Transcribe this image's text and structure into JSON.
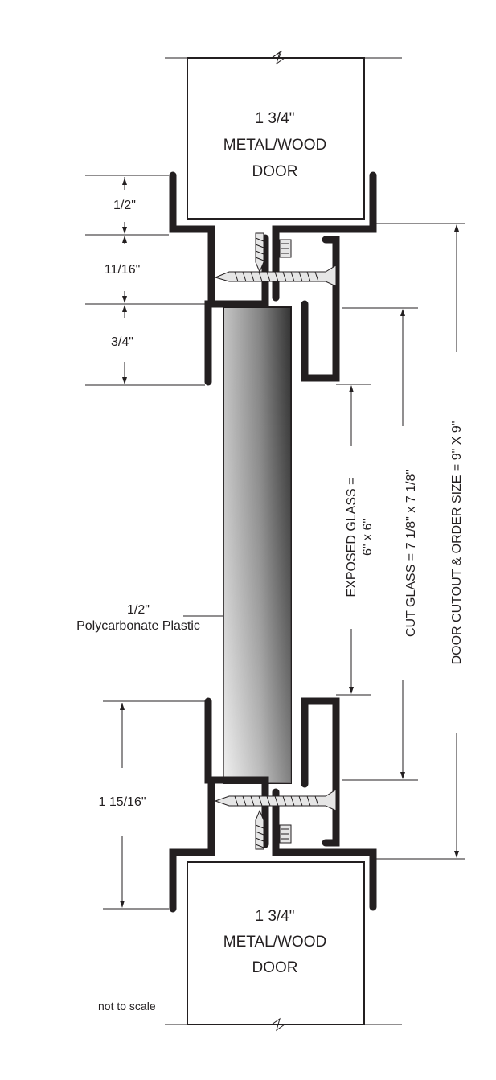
{
  "doors": {
    "top": {
      "line1": "1 3/4\"",
      "line2": "METAL/WOOD",
      "line3": "DOOR"
    },
    "bottom": {
      "line1": "1 3/4\"",
      "line2": "METAL/WOOD",
      "line3": "DOOR"
    }
  },
  "dimensions": {
    "d1": "1/2\"",
    "d2": "11/16\"",
    "d3": "3/4\"",
    "d4": "1 15/16\""
  },
  "material": {
    "line1": "1/2\"",
    "line2": "Polycarbonate Plastic"
  },
  "vertical_labels": {
    "exposed_line1": "EXPOSED GLASS =",
    "exposed_line2": "6\" x 6\"",
    "cut_glass": "CUT GLASS = 7 1/8\" x 7 1/8\"",
    "door_cutout": "DOOR CUTOUT & ORDER SIZE = 9\" X 9\""
  },
  "note": "not to scale",
  "colors": {
    "line": "#231f20",
    "glass_dark": "#4d4d4d",
    "glass_light": "#f2f2f2"
  }
}
